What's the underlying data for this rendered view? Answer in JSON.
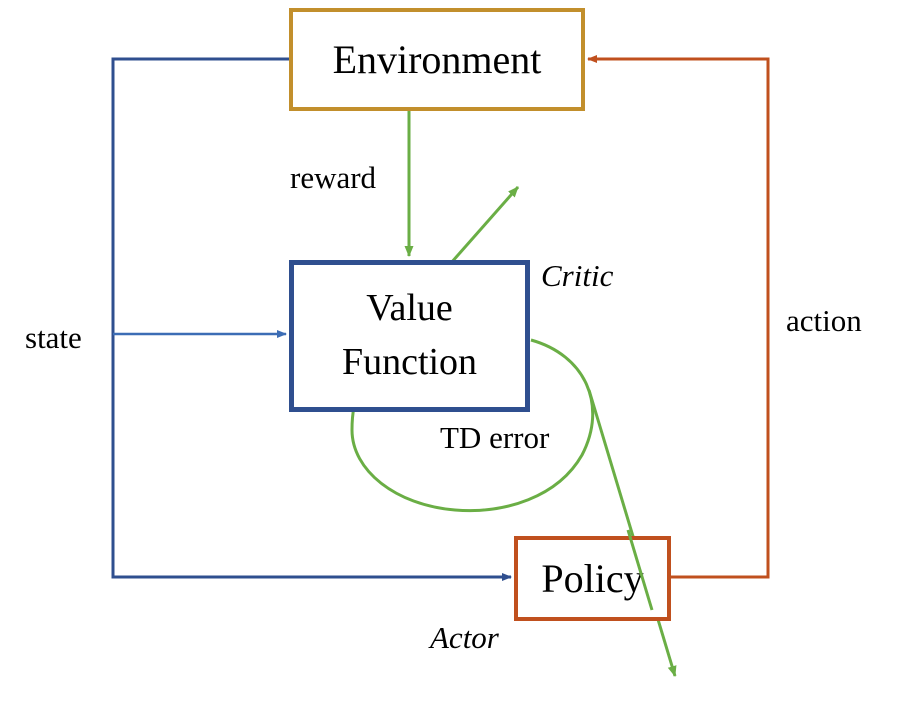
{
  "nodes": {
    "environment": "Environment",
    "value_function": [
      "Value",
      "Function"
    ],
    "policy": "Policy"
  },
  "labels": {
    "reward": "reward",
    "state": "state",
    "action": "action",
    "critic": "Critic",
    "td_error": "TD error",
    "actor": "Actor"
  },
  "colors": {
    "environment_border": "#C28F2C",
    "value_function_border": "#2F4F8F",
    "policy_border": "#C0501E",
    "state_flow": "#2F4F8F",
    "action_flow": "#C0501E",
    "reward_td_flow": "#6AAE45"
  }
}
